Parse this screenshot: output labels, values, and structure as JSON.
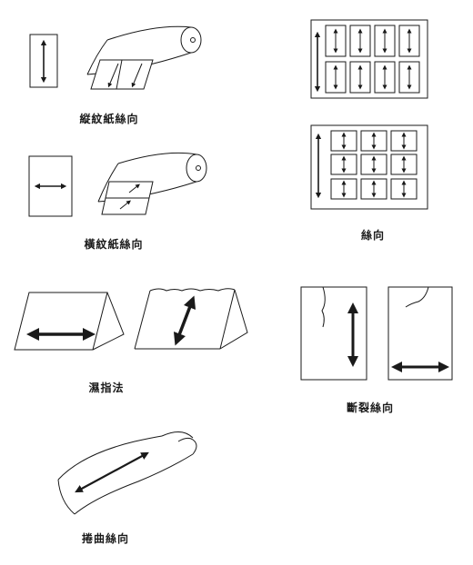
{
  "captions": {
    "vertical_grain": "縦紋紙絲向",
    "horizontal_grain": "橫紋紙絲向",
    "sheet_grain": "絲向",
    "wet_finger": "濕指法",
    "tear_test": "斷裂絲向",
    "curl_test": "捲曲絲向"
  },
  "colors": {
    "ink": "#1a1a1a",
    "paper": "#ffffff"
  }
}
